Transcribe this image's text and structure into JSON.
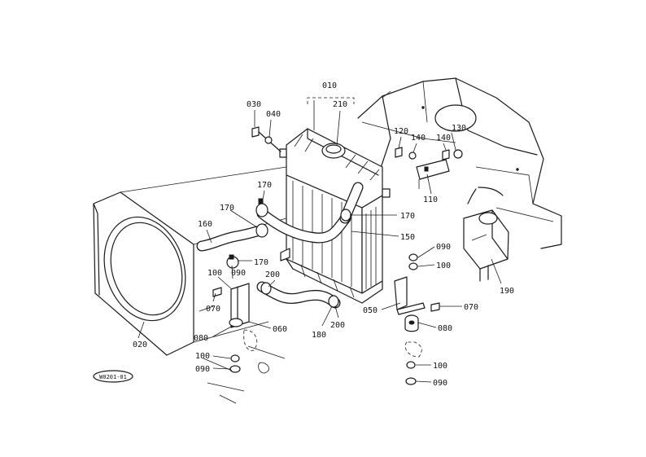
{
  "callouts": {
    "010": "010",
    "020": "020",
    "030": "030",
    "040": "040",
    "050": "050",
    "060": "060",
    "070": "070",
    "080": "080",
    "090": "090",
    "100": "100",
    "110": "110",
    "120": "120",
    "130": "130",
    "140": "140",
    "150": "150",
    "160": "160",
    "170": "170",
    "180": "180",
    "190": "190",
    "200": "200",
    "210": "210"
  },
  "drawing_code": "W0201-01"
}
